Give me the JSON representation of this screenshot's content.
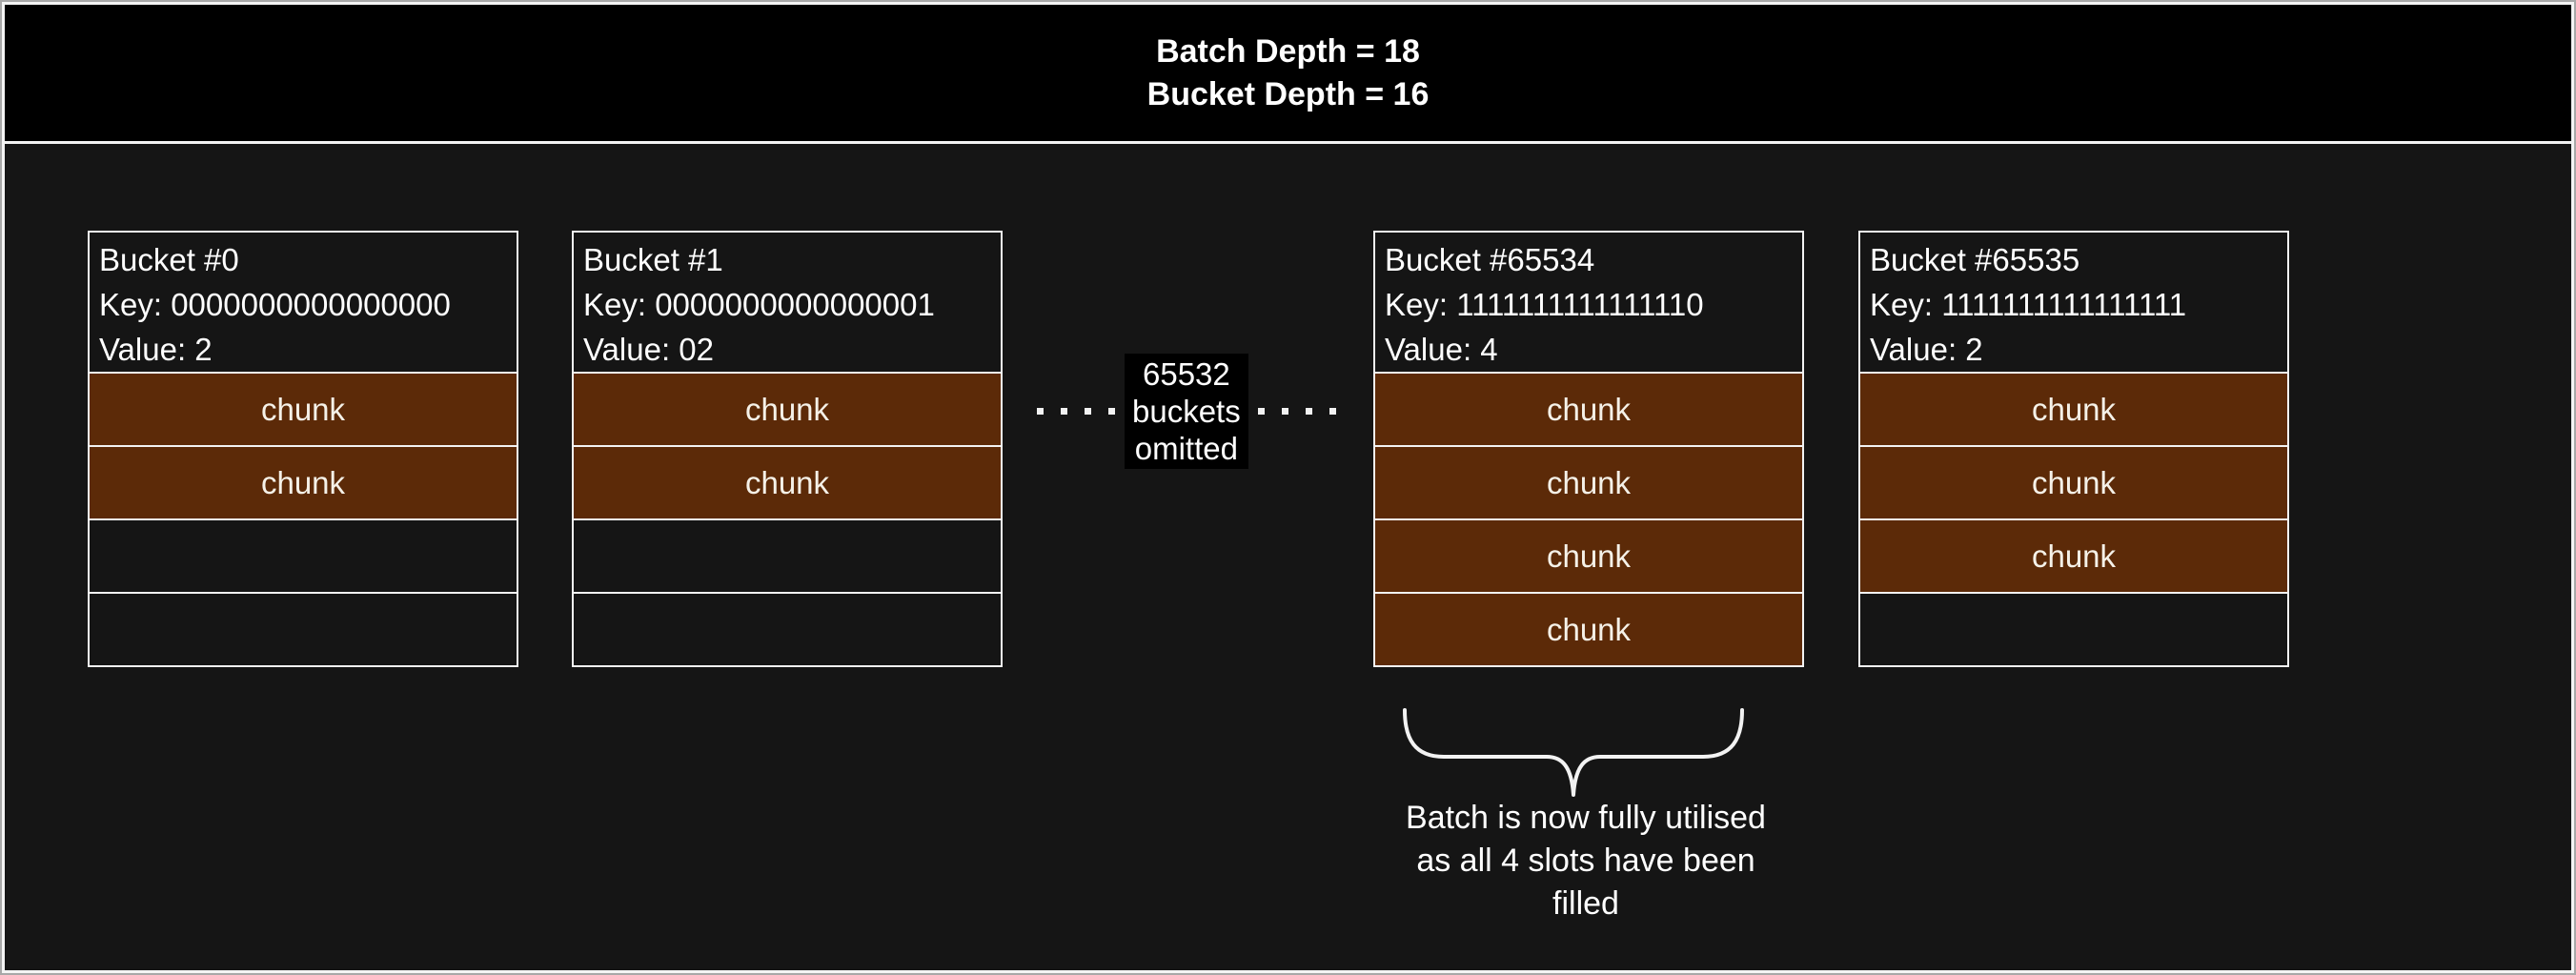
{
  "header": {
    "line1": "Batch Depth = 18",
    "line2": "Bucket Depth = 16"
  },
  "buckets": [
    {
      "title": "Bucket #0",
      "key": "Key: 0000000000000000",
      "value": "Value: 2",
      "slots": [
        "chunk",
        "chunk",
        "",
        ""
      ]
    },
    {
      "title": "Bucket #1",
      "key": "Key: 0000000000000001",
      "value": "Value: 02",
      "slots": [
        "chunk",
        "chunk",
        "",
        ""
      ]
    },
    {
      "title": "Bucket #65534",
      "key": "Key: 1111111111111110",
      "value": "Value: 4",
      "slots": [
        "chunk",
        "chunk",
        "chunk",
        "chunk"
      ]
    },
    {
      "title": "Bucket #65535",
      "key": "Key: 1111111111111111",
      "value": "Value: 2",
      "slots": [
        "chunk",
        "chunk",
        "chunk",
        ""
      ]
    }
  ],
  "omitted": {
    "line1": "65532",
    "line2": "buckets",
    "line3": "omitted"
  },
  "annotation": {
    "line1": "Batch is now fully utilised",
    "line2": "as all 4 slots have been",
    "line3": "filled"
  },
  "colors": {
    "chunk_fill": "#5c2a08",
    "canvas_bg": "#151515",
    "band_bg": "#000000",
    "border": "#f2f2f2",
    "text": "#ffffff"
  }
}
